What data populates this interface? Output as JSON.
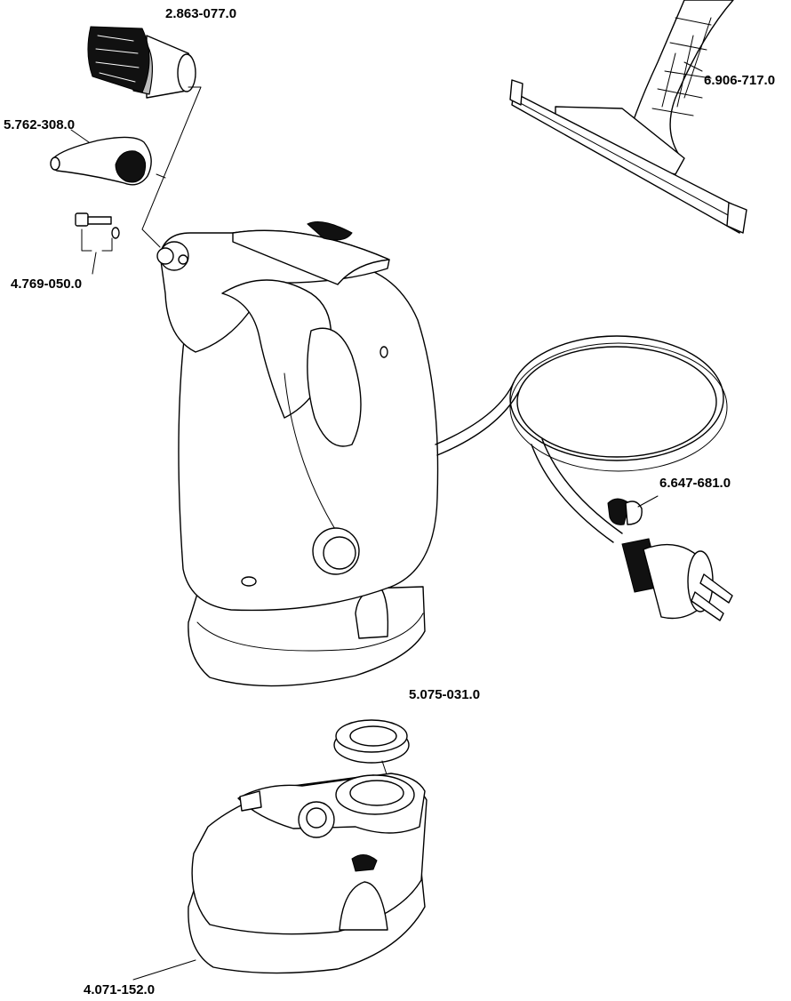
{
  "parts": {
    "brush": "2.863-077.0",
    "squeegee": "6.906-717.0",
    "nozzle": "5.762-308.0",
    "valve": "4.769-050.0",
    "cable_clip": "6.647-681.0",
    "cap": "5.075-031.0",
    "base": "4.071-152.0"
  }
}
